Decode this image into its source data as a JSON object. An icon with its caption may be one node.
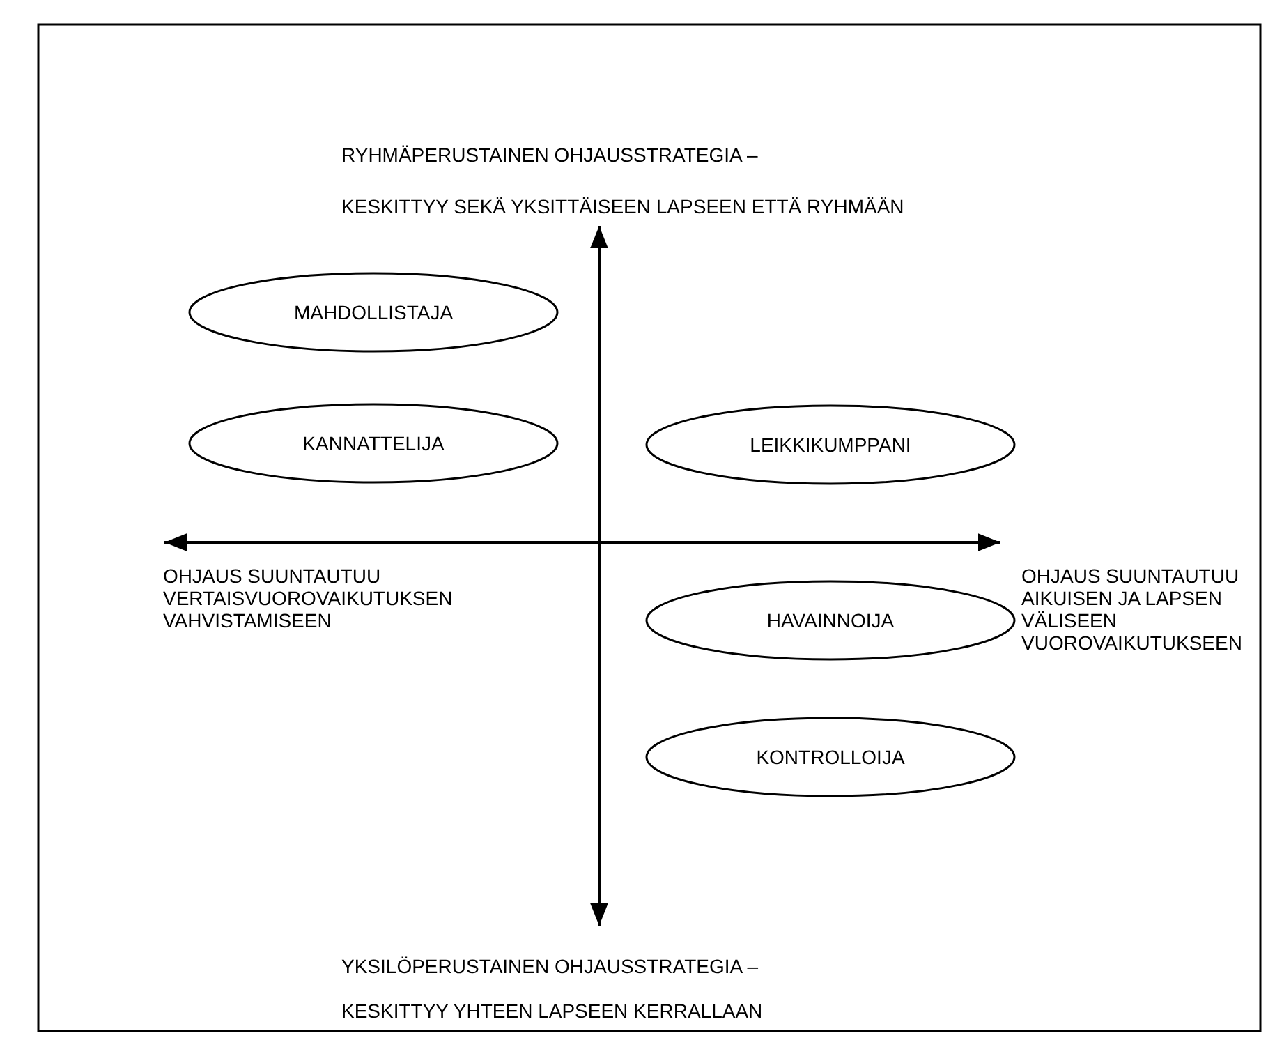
{
  "diagram": {
    "nodes": [
      {
        "text": [
          "MAHDOLLISTAJA"
        ]
      },
      {
        "text": [
          "KANNATTELIJA"
        ]
      },
      {
        "text": [
          "LEIKKIKUMPPANI"
        ]
      },
      {
        "text": [
          "HAVAINNOIJA"
        ]
      },
      {
        "text": [
          "KONTROLLOIJA"
        ]
      }
    ],
    "labels": [
      "RYHMÄPERUSTAINEN OHJAUSSTRATEGIA –",
      "KESKITTYY SEKÄ YKSITTÄISEEN LAPSEEN ETTÄ RYHMÄÄN",
      "OHJAUS SUUNTAUTUU VERTAISVUOROVAIKUTUKSEN VAHVISTAMISEEN",
      "OHJAUS SUUNTAUTUU AIKUISEN JA LAPSEN VÄLISEEN VUOROVAIKUTUKSEEN",
      "YKSILÖPERUSTAINEN OHJAUSSTRATEGIA –",
      "KESKITTYY YHTEEN LAPSEEN KERRALLAAN"
    ]
  }
}
